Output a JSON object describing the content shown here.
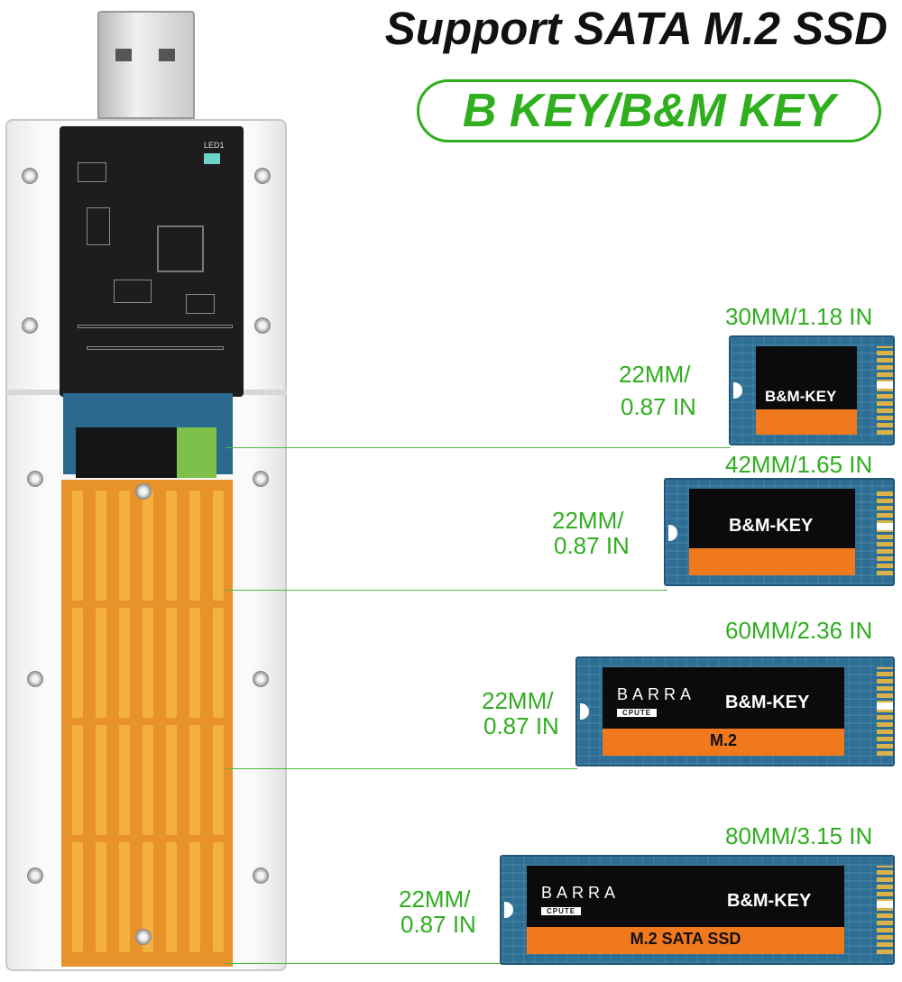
{
  "header": {
    "title": "Support SATA M.2 SSD",
    "key_badge": "B KEY/B&M KEY"
  },
  "colors": {
    "accent_green": "#2fae1e",
    "pcb_blue": "#2d6e95",
    "label_orange": "#f0781d",
    "heatsink_orange": "#e8922b"
  },
  "ssd_sizes": [
    {
      "length_label": "30MM/1.18 IN",
      "width_label_line1": "22MM/",
      "width_label_line2": "0.87 IN",
      "key_label": "B&M-KEY",
      "brand": "",
      "brand_sub": "",
      "footer": ""
    },
    {
      "length_label": "42MM/1.65 IN",
      "width_label_line1": "22MM/",
      "width_label_line2": "0.87 IN",
      "key_label": "B&M-KEY",
      "brand": "",
      "brand_sub": "",
      "footer": ""
    },
    {
      "length_label": "60MM/2.36 IN",
      "width_label_line1": "22MM/",
      "width_label_line2": "0.87 IN",
      "key_label": "B&M-KEY",
      "brand": "BARRA",
      "brand_sub": "CPUTE",
      "footer": "M.2"
    },
    {
      "length_label": "80MM/3.15 IN",
      "width_label_line1": "22MM/",
      "width_label_line2": "0.87 IN",
      "key_label": "B&M-KEY",
      "brand": "BARRA",
      "brand_sub": "CPUTE",
      "footer": "M.2 SATA SSD"
    }
  ],
  "enclosure": {
    "led_label": "LED1"
  }
}
